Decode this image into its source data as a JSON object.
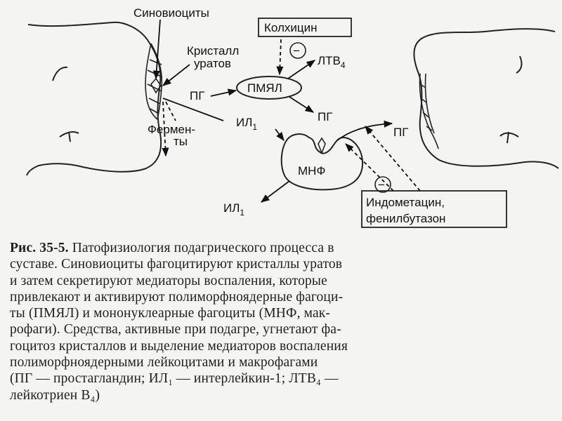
{
  "diagram": {
    "synoviocytes": "Синовиоциты",
    "colchicine": "Колхицин",
    "minus_sign": "−",
    "crystal_line1": "Кристалл",
    "crystal_line2": "уратов",
    "ltb4": "ЛТВ",
    "ltb4_sub": "4",
    "pg": "ПГ",
    "pmnl": "ПМЯЛ",
    "enzymes_line1": "Фермен-",
    "enzymes_line2": "ты",
    "il1": "ИЛ",
    "il1_sub": "1",
    "mnf": "МНФ",
    "drugs_line1": "Индометацин,",
    "drugs_line2": "фенилбутазон"
  },
  "caption": {
    "fig_label": "Рис. 35-5.",
    "lines": [
      " Патофизиология подагрического процесса в",
      "суставе. Синовиоциты фагоцитируют кристаллы уратов",
      "и затем секретируют медиаторы воспаления, которые",
      "привлекают и активируют полиморфноядерные фагоци-",
      "ты (ПМЯЛ) и мононуклеарные фагоциты (МНФ, мак-",
      "рофаги). Средства, активные при подагре, угнетают фа-",
      "гоцитоз кристаллов и выделение медиаторов воспаления",
      "полиморфноядерными лейкоцитами и макрофагами",
      "(ПГ — простагландин; ИЛ₁ — интерлейкин-1; ЛТВ₄ —",
      "лейкотриен В₄)"
    ]
  }
}
